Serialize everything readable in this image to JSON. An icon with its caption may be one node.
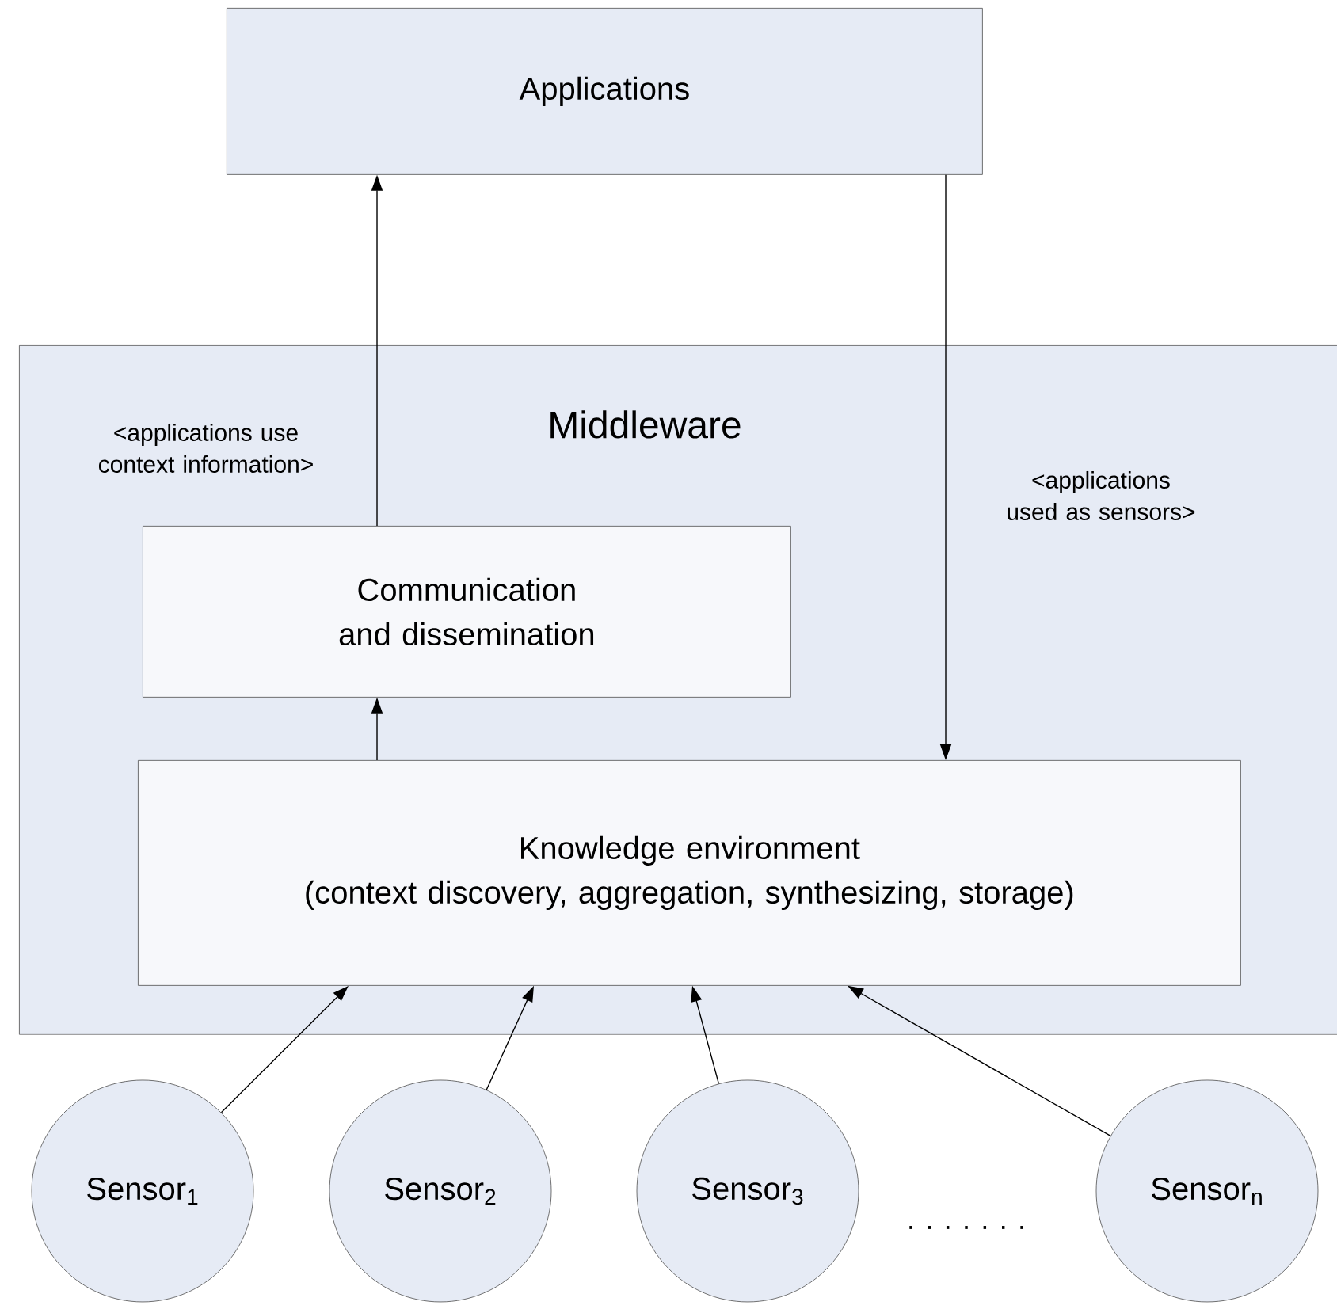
{
  "diagram": {
    "nodes": [
      {
        "text": [
          "Applications"
        ]
      },
      {
        "text": [
          "Middleware"
        ]
      },
      {
        "text": [
          "Communication and dissemination"
        ],
        "in": 1
      },
      {
        "text": [
          "Knowledge environment",
          "(context discovery, aggregation, synthesizing, storage)"
        ],
        "in": 1
      },
      {
        "text": [
          "Sensor$_{1}$"
        ]
      },
      {
        "text": [
          "Sensor$_{2}$"
        ]
      },
      {
        "text": [
          "Sensor$_{3}$"
        ]
      },
      {
        "text": [
          "Sensor$_{n}$"
        ]
      }
    ],
    "edges": [
      {
        "from": 2,
        "to": 0,
        "arrow": "to",
        "label": "<applications use context information>"
      },
      {
        "from": 0,
        "to": 3,
        "arrow": "to",
        "label": "<applications used as sensors>"
      },
      {
        "from": 3,
        "to": 2,
        "arrow": "to"
      },
      {
        "from": 4,
        "to": 3,
        "arrow": "to"
      },
      {
        "from": 5,
        "to": 3,
        "arrow": "to"
      },
      {
        "from": 6,
        "to": 3,
        "arrow": "to"
      },
      {
        "from": 7,
        "to": 3,
        "arrow": "to"
      }
    ],
    "labels": [
      ". . . . . . ."
    ]
  }
}
